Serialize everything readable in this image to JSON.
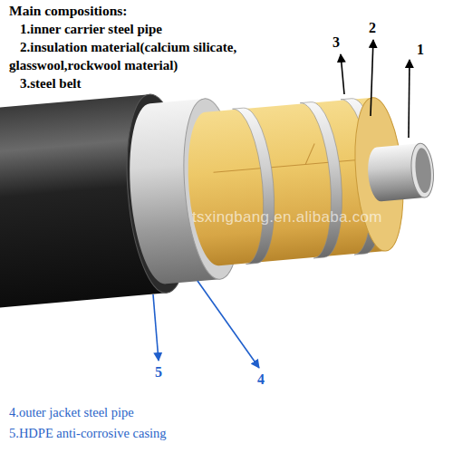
{
  "diagram": {
    "title": "Main compositions:",
    "labels": [
      "1.inner carrier steel pipe",
      "2.insulation material(calcium silicate, glasswool,rockwool material)",
      "3.steel belt",
      "3",
      "2",
      "1",
      "5",
      "4",
      "4.outer jacket steel pipe",
      "5.HDPE anti-corrosive casing",
      "tsxingbang.en.alibaba.com"
    ]
  }
}
